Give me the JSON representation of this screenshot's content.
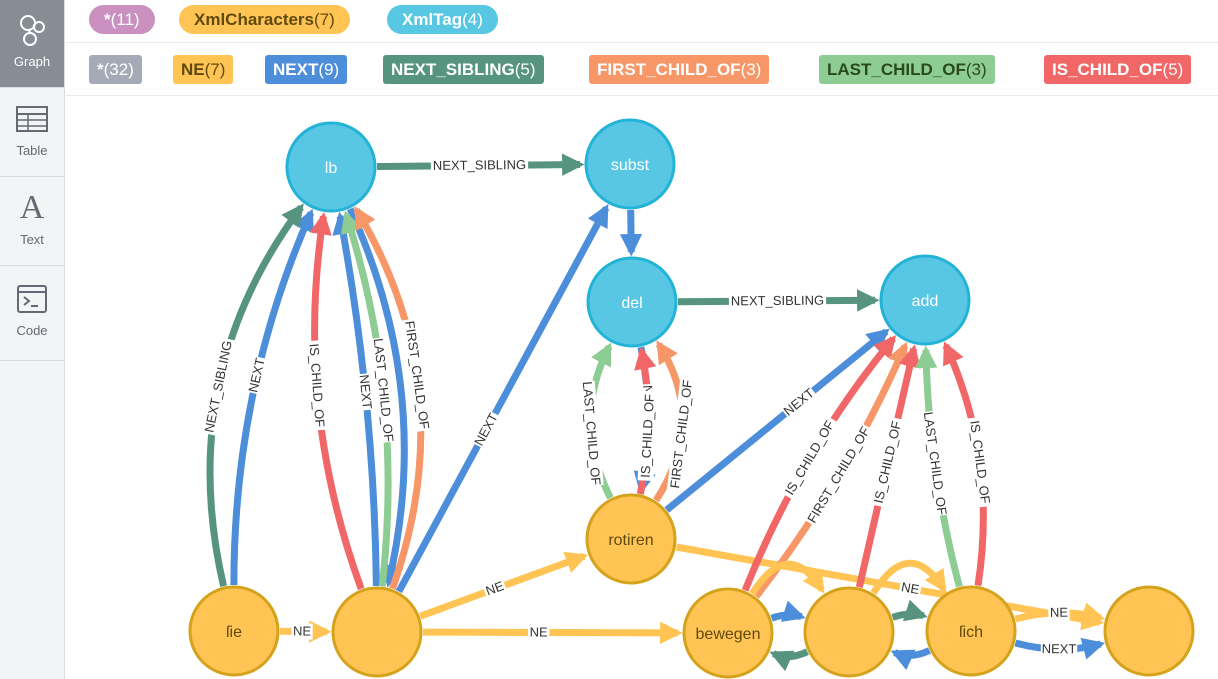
{
  "sidebar": {
    "items": [
      {
        "label": "Graph",
        "icon": "graph-icon",
        "active": true
      },
      {
        "label": "Table",
        "icon": "table-icon",
        "active": false
      },
      {
        "label": "Text",
        "icon": "text-icon",
        "active": false
      },
      {
        "label": "Code",
        "icon": "code-icon",
        "active": false
      }
    ]
  },
  "labels_bar": {
    "items": [
      {
        "name": "*",
        "count": "(11)",
        "color": "#c990c0",
        "text_color": "#ffffff"
      },
      {
        "name": "XmlCharacters",
        "count": "(7)",
        "color": "#ffc454",
        "text_color": "#604a0e"
      },
      {
        "name": "XmlTag",
        "count": "(4)",
        "color": "#57c7e3",
        "text_color": "#2a2c34"
      }
    ]
  },
  "relationships_bar": {
    "items": [
      {
        "name": "*",
        "count": "(32)",
        "color": "#a5abb6",
        "text_color": "#ffffff"
      },
      {
        "name": "NE",
        "count": "(7)",
        "color": "#ffc454",
        "text_color": "#604a0e"
      },
      {
        "name": "NEXT",
        "count": "(9)",
        "color": "#4c8eda",
        "text_color": "#ffffff"
      },
      {
        "name": "NEXT_SIBLING",
        "count": "(5)",
        "color": "#569480",
        "text_color": "#ffffff"
      },
      {
        "name": "FIRST_CHILD_OF",
        "count": "(3)",
        "color": "#f79767",
        "text_color": "#ffffff"
      },
      {
        "name": "LAST_CHILD_OF",
        "count": "(3)",
        "color": "#8dcc93",
        "text_color": "#2a4a1e"
      },
      {
        "name": "IS_CHILD_OF",
        "count": "(5)",
        "color": "#f16667",
        "text_color": "#ffffff"
      }
    ]
  },
  "graph": {
    "nodes": [
      {
        "label": "lb",
        "type": "XmlTag"
      },
      {
        "label": "subst",
        "type": "XmlTag"
      },
      {
        "label": "del",
        "type": "XmlTag"
      },
      {
        "label": "add",
        "type": "XmlTag"
      },
      {
        "label": "ſie",
        "type": "XmlCharacters"
      },
      {
        "label": "",
        "type": "XmlCharacters"
      },
      {
        "label": "rotiren",
        "type": "XmlCharacters"
      },
      {
        "label": "bewegen",
        "type": "XmlCharacters"
      },
      {
        "label": "",
        "type": "XmlCharacters"
      },
      {
        "label": "ſich",
        "type": "XmlCharacters"
      },
      {
        "label": "",
        "type": "XmlCharacters"
      }
    ],
    "edge_labels": {
      "ne": "NE",
      "next": "NEXT",
      "next_sibling": "NEXT_SIBLING",
      "first_child_of": "FIRST_CHILD_OF",
      "last_child_of": "LAST_CHILD_OF",
      "is_child_of": "IS_CHILD_OF"
    },
    "colors": {
      "ne": "#ffc454",
      "next": "#4c8eda",
      "next_sibling": "#569480",
      "first_child_of": "#f79767",
      "last_child_of": "#8dcc93",
      "is_child_of": "#f16667",
      "tag_fill": "#57c7e3",
      "tag_stroke": "#23b3d7",
      "chars_fill": "#ffc454",
      "chars_stroke": "#d4a31b"
    }
  }
}
